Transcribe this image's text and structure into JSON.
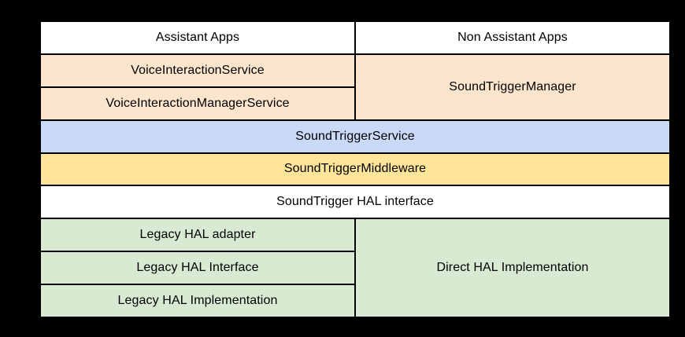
{
  "page": {
    "background": "#000000"
  },
  "colors": {
    "apps_layer": "#ffffff",
    "voice_interaction_layer": "#fce5cd",
    "service_layer": "#c9daf8",
    "middleware_layer": "#ffe599",
    "hal_interface_layer": "#ffffff",
    "hal_implementation_layer": "#d9ead3",
    "grid_line": "#000000",
    "text": "#000000"
  },
  "diagram": {
    "cells": [
      {
        "id": "assistant-apps",
        "label": "Assistant Apps",
        "bg": "#ffffff"
      },
      {
        "id": "non-assistant-apps",
        "label": "Non Assistant Apps",
        "bg": "#ffffff"
      },
      {
        "id": "voice-interaction-service",
        "label": "VoiceInteractionService",
        "bg": "#fce5cd"
      },
      {
        "id": "voice-interaction-manager-service",
        "label": "VoiceInteractionManagerService",
        "bg": "#fce5cd"
      },
      {
        "id": "sound-trigger-manager",
        "label": "SoundTriggerManager",
        "bg": "#fce5cd"
      },
      {
        "id": "sound-trigger-service",
        "label": "SoundTriggerService",
        "bg": "#c9daf8"
      },
      {
        "id": "sound-trigger-middleware",
        "label": "SoundTriggerMiddleware",
        "bg": "#ffe599"
      },
      {
        "id": "sound-trigger-hal-interface",
        "label": "SoundTrigger HAL interface",
        "bg": "#ffffff"
      },
      {
        "id": "legacy-hal-adapter",
        "label": "Legacy HAL adapter",
        "bg": "#d9ead3"
      },
      {
        "id": "legacy-hal-interface",
        "label": "Legacy HAL Interface",
        "bg": "#d9ead3"
      },
      {
        "id": "legacy-hal-implementation",
        "label": "Legacy HAL Implementation",
        "bg": "#d9ead3"
      },
      {
        "id": "direct-hal-implementation",
        "label": "Direct HAL Implementation",
        "bg": "#d9ead3"
      }
    ]
  }
}
